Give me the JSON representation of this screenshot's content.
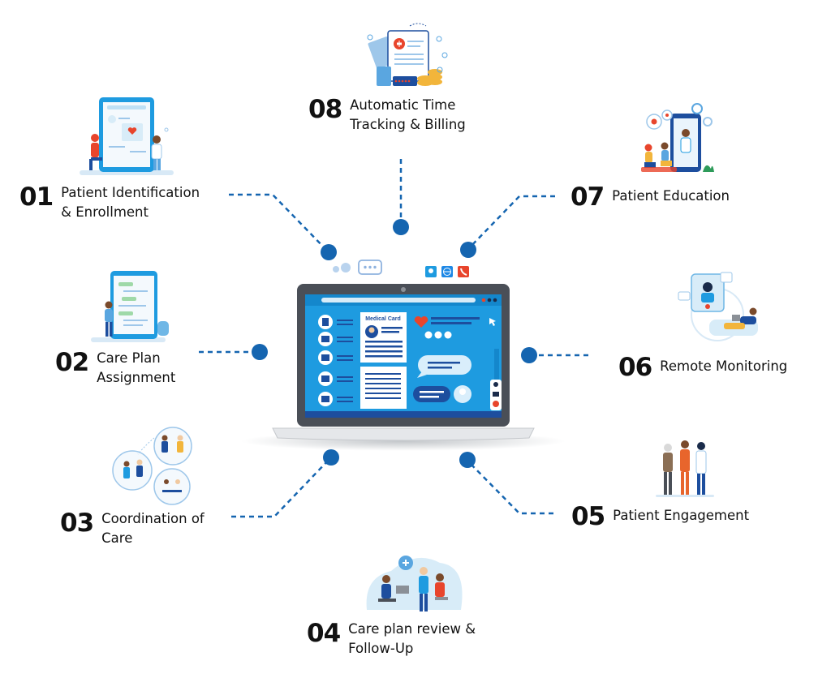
{
  "steps": [
    {
      "number": "01",
      "label": "Patient Identification\n& Enrollment"
    },
    {
      "number": "02",
      "label": "Care Plan\nAssignment"
    },
    {
      "number": "03",
      "label": "Coordination of\nCare"
    },
    {
      "number": "04",
      "label": "Care plan review &\nFollow-Up"
    },
    {
      "number": "05",
      "label": "Patient Engagement"
    },
    {
      "number": "06",
      "label": "Remote Monitoring"
    },
    {
      "number": "07",
      "label": "Patient Education"
    },
    {
      "number": "08",
      "label": "Automatic Time\nTracking & Billing"
    }
  ],
  "laptop": {
    "card_title": "Medical Card"
  },
  "colors": {
    "connector": "#1565b0",
    "screen": "#1e9be0",
    "laptop_frame": "#4a4f57",
    "accent_red": "#e8452c"
  }
}
